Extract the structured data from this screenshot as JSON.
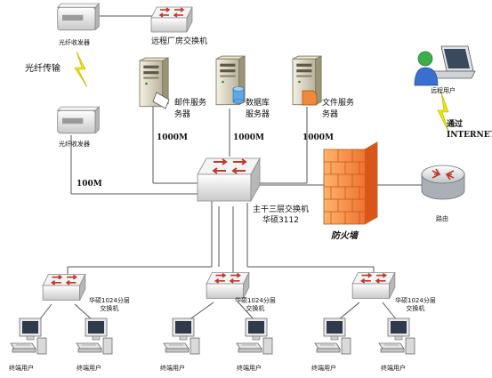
{
  "labels": {
    "remote_plant_switch": "远程厂房交换机",
    "optical_transceiver_top": "光纤收发器",
    "optical_transceiver_bottom": "光纤收发器",
    "fiber_transmission": "光纤传输",
    "mail_server": "邮件服务\n务器",
    "database_server": "数据库\n服务器",
    "file_server": "文件服务\n务器",
    "remote_user": "远程用户",
    "via_internet": "通过\nINTERNET",
    "router": "路由",
    "firewall": "防火墙",
    "core_switch": "主干三层交换机\n华硕3112",
    "access_switch_1": "华硕1024分层\n交换机",
    "access_switch_2": "华硕1024分层\n交换机",
    "access_switch_3": "华硕1024分层\n交换机",
    "terminal_user": "终端用户"
  },
  "link_speeds": {
    "mail": "1000M",
    "database": "1000M",
    "file": "1000M",
    "transceiver": "100M"
  },
  "icons": {
    "switch": "switch-icon",
    "server": "server-icon",
    "transceiver": "fiber-transceiver-icon",
    "firewall": "firewall-icon",
    "router": "router-icon",
    "laptop_user": "remote-user-laptop-icon",
    "pc": "desktop-pc-icon",
    "lightning": "lightning-link-icon"
  },
  "colors": {
    "line": "#555555",
    "switch_body": "#e6e6e6",
    "arrow_red": "#c0392b",
    "firewall": "#f07a2a",
    "lightning": "#f2e600"
  }
}
